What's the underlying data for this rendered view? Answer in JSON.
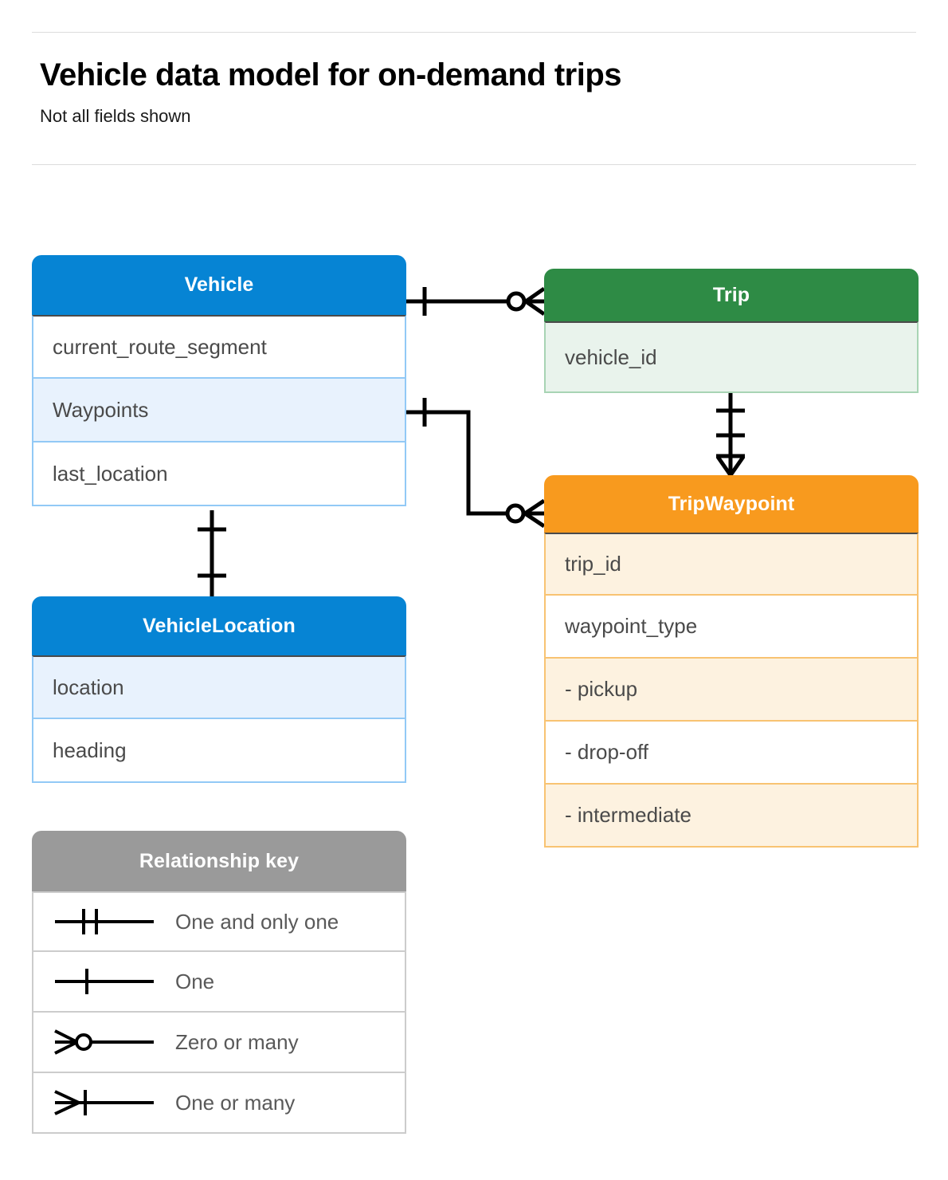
{
  "header": {
    "title": "Vehicle data model for on-demand trips",
    "subtitle": "Not all fields shown"
  },
  "entities": [
    {
      "id": "vehicle",
      "name": "Vehicle",
      "color": "#0684d4",
      "fields": [
        {
          "label": "current_route_segment",
          "highlighted": false
        },
        {
          "label": "Waypoints",
          "highlighted": true
        },
        {
          "label": "last_location",
          "highlighted": false
        }
      ]
    },
    {
      "id": "vehiclelocation",
      "name": "VehicleLocation",
      "color": "#0684d4",
      "fields": [
        {
          "label": "location",
          "highlighted": true
        },
        {
          "label": "heading",
          "highlighted": false
        }
      ]
    },
    {
      "id": "trip",
      "name": "Trip",
      "color": "#2e8b45",
      "fields": [
        {
          "label": "vehicle_id",
          "highlighted": true
        }
      ]
    },
    {
      "id": "tripwaypoint",
      "name": "TripWaypoint",
      "color": "#f89a1e",
      "fields": [
        {
          "label": "trip_id",
          "highlighted": true
        },
        {
          "label": "waypoint_type",
          "highlighted": false
        },
        {
          "label": "- pickup",
          "highlighted": true
        },
        {
          "label": "- drop-off",
          "highlighted": false
        },
        {
          "label": "- intermediate",
          "highlighted": true
        }
      ]
    }
  ],
  "legend": {
    "title": "Relationship key",
    "header_color": "#9a9a9a",
    "rows": [
      {
        "symbol": "one-and-only-one-icon",
        "label": "One and only one"
      },
      {
        "symbol": "one-icon",
        "label": "One"
      },
      {
        "symbol": "zero-or-many-icon",
        "label": "Zero or many"
      },
      {
        "symbol": "one-or-many-icon",
        "label": "One or many"
      }
    ]
  },
  "relationships": [
    {
      "from": "Vehicle",
      "to": "Trip",
      "from_cardinality": "One",
      "to_cardinality": "Zero or many"
    },
    {
      "from": "Vehicle.Waypoints",
      "to": "TripWaypoint",
      "from_cardinality": "One",
      "to_cardinality": "Zero or many"
    },
    {
      "from": "Trip",
      "to": "TripWaypoint",
      "from_cardinality": "One and only one",
      "to_cardinality": "One or many"
    },
    {
      "from": "Vehicle",
      "to": "VehicleLocation",
      "from_cardinality": "One",
      "to_cardinality": "One"
    }
  ]
}
